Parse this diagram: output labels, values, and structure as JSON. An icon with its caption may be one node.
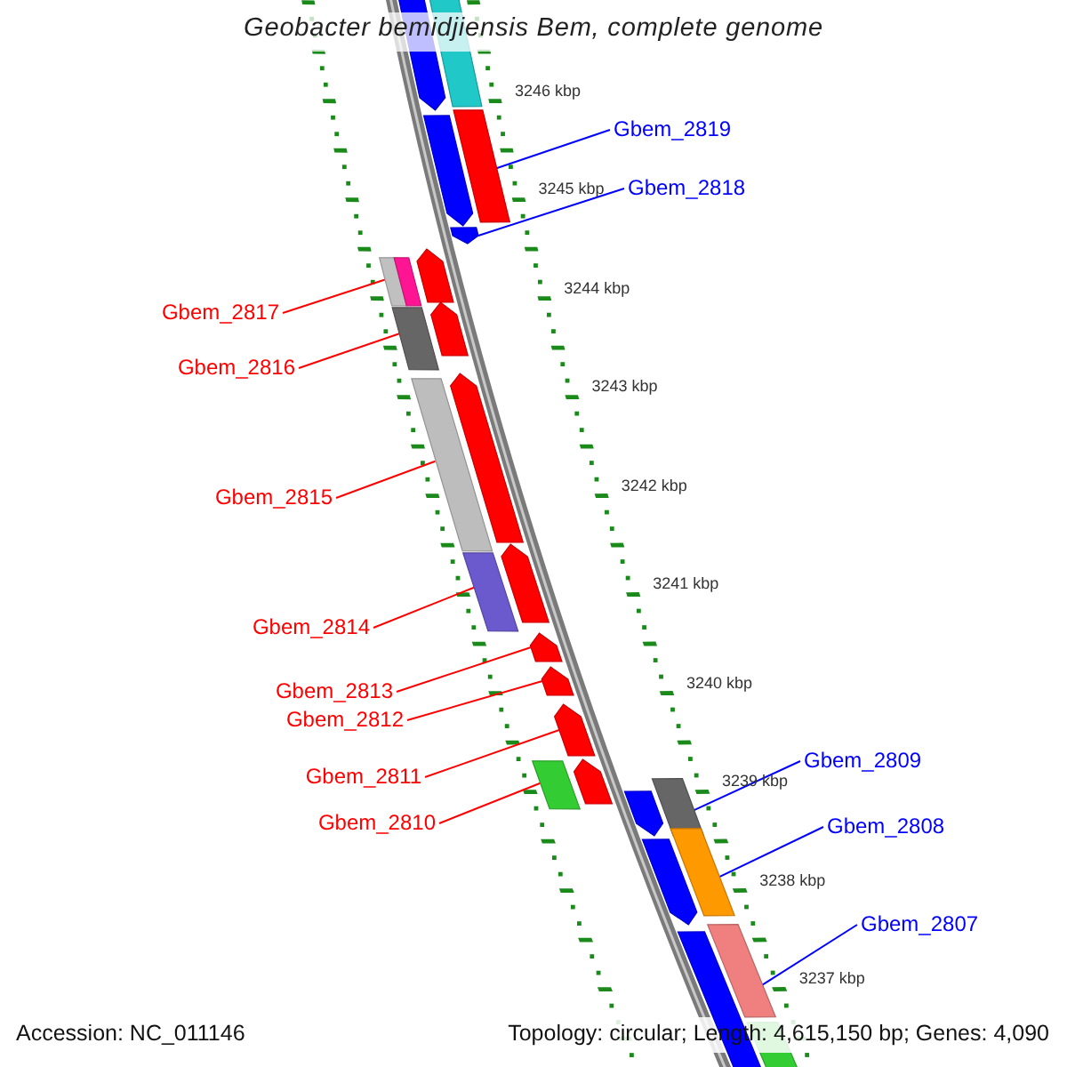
{
  "diagram": {
    "title": "Geobacter bemidjiensis Bem, complete genome",
    "nodes": [
      {
        "text": [
          "Gbem_2819"
        ]
      },
      {
        "text": [],
        "shape": "bar"
      },
      {
        "text": [
          "Gbem_2818"
        ]
      },
      {
        "text": [],
        "shape": "bar"
      },
      {
        "text": [
          "Gbem_2817"
        ]
      },
      {
        "text": [],
        "shape": "bar"
      },
      {
        "text": [
          "Gbem_2816"
        ]
      },
      {
        "text": [],
        "shape": "bar"
      },
      {
        "text": [
          "Gbem_2815"
        ]
      },
      {
        "text": [],
        "shape": "bar"
      },
      {
        "text": [
          "Gbem_2814"
        ]
      },
      {
        "text": [],
        "shape": "bar"
      },
      {
        "text": [
          "Gbem_2813"
        ]
      },
      {
        "text": [],
        "shape": "bar"
      },
      {
        "text": [
          "Gbem_2812"
        ]
      },
      {
        "text": [],
        "shape": "bar"
      },
      {
        "text": [
          "Gbem_2811"
        ]
      },
      {
        "text": [],
        "shape": "bar"
      },
      {
        "text": [
          "Gbem_2810"
        ]
      },
      {
        "text": [],
        "shape": "bar"
      },
      {
        "text": [
          "Gbem_2809"
        ]
      },
      {
        "text": [],
        "shape": "bar"
      },
      {
        "text": [
          "Gbem_2808"
        ]
      },
      {
        "text": [],
        "shape": "bar"
      },
      {
        "text": [
          "Gbem_2807"
        ]
      },
      {
        "text": [],
        "shape": "bar"
      }
    ],
    "edges": [
      {
        "from": 0,
        "to": 1,
        "arrow": "none",
        "color": "#0000ff"
      },
      {
        "from": 2,
        "to": 3,
        "arrow": "none",
        "color": "#0000ff"
      },
      {
        "from": 4,
        "to": 5,
        "arrow": "none"
      },
      {
        "from": 6,
        "to": 7,
        "arrow": "none"
      },
      {
        "from": 8,
        "to": 9,
        "arrow": "none"
      },
      {
        "from": 10,
        "to": 11,
        "arrow": "none"
      },
      {
        "from": 12,
        "to": 13,
        "arrow": "none"
      },
      {
        "from": 14,
        "to": 15,
        "arrow": "none"
      },
      {
        "from": 16,
        "to": 17,
        "arrow": "none"
      },
      {
        "from": 18,
        "to": 19,
        "arrow": "none"
      },
      {
        "from": 20,
        "to": 21,
        "arrow": "none",
        "color": "#0000ff"
      },
      {
        "from": 22,
        "to": 23,
        "arrow": "none",
        "color": "#0000ff"
      },
      {
        "from": 24,
        "to": 25,
        "arrow": "none",
        "color": "#0000ff"
      }
    ],
    "labels": [
      "3246 kbp",
      "3245 kbp",
      "3244 kbp",
      "3243 kbp",
      "3242 kbp",
      "3241 kbp",
      "3240 kbp",
      "3239 kbp",
      "3238 kbp",
      "3237 kbp",
      "Accession: NC_011146",
      "Topology: circular; Length: 4,615,150 bp; Genes: 4,090"
    ]
  }
}
